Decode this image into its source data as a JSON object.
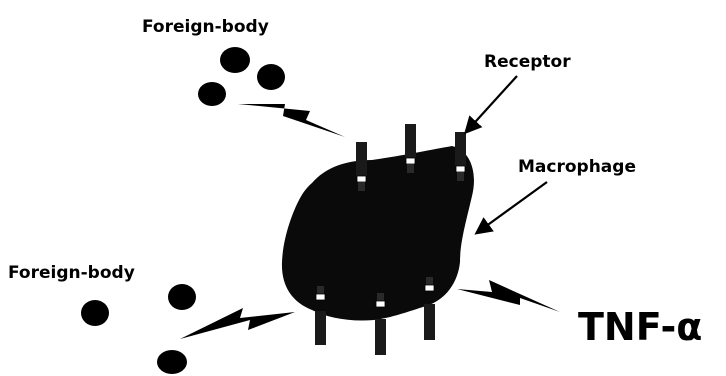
{
  "labels": {
    "foreign_body_top": "Foreign-body",
    "foreign_body_bottom": "Foreign-body",
    "receptor": "Receptor",
    "macrophage": "Macrophage",
    "cytokine": "TNF-α"
  },
  "colors": {
    "ink": "#000000",
    "cell": "#0a0a0a",
    "receptor_body": "#1a1a1a",
    "receptor_link": "#ffffff",
    "background": "#ffffff"
  }
}
